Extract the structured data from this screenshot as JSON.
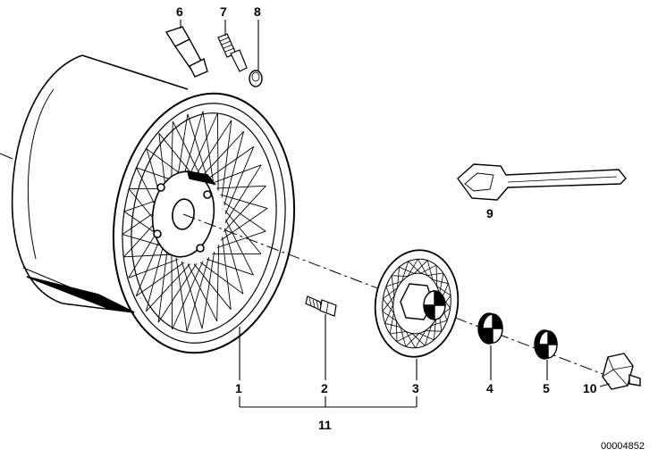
{
  "callouts": {
    "c1": "1",
    "c2": "2",
    "c3": "3",
    "c4": "4",
    "c5": "5",
    "c6": "6",
    "c7": "7",
    "c8": "8",
    "c9": "9",
    "c10": "10",
    "c11": "11"
  },
  "document_number": "00004852",
  "colors": {
    "ink": "#000000",
    "paper": "#ffffff"
  }
}
